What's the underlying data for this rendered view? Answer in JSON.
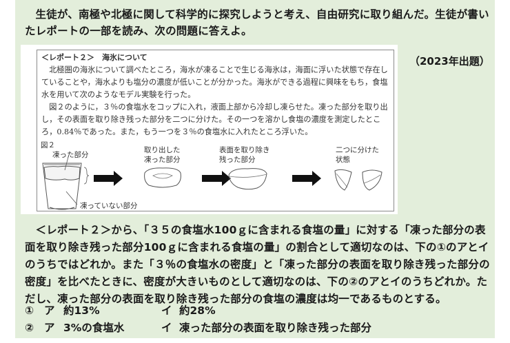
{
  "intro": {
    "text": "生徒が、南極や北極に関して科学的に探究しようと考え、自由研究に取り組んだ。生徒が書いたレポートの一部を読み、次の問題に答えよ。"
  },
  "year_label": "（2023年出題）",
  "report": {
    "title": "＜レポート２＞　海氷について",
    "paragraph1": "北極圏の海氷について調べたところ，海水が凍ることで生じる海氷は，海面に浮いた状態で存在していることや，海水よりも塩分の濃度が低いことが分かった。海氷ができる過程に興味をもち，食塩水を用いて次のようなモデル実験を行った。",
    "paragraph2": "図２のように，３％の食塩水をコップに入れ，液面上部から冷却し凍らせた。凍った部分を取り出し，その表面を取り除き残った部分を二つに分けた。その一つを溶かし食塩の濃度を測定したところ，0.84％であった。また，もう一つを３％の食塩水に入れたところ浮いた。",
    "figure": {
      "label": "図２",
      "frozen_part": "凍った部分",
      "unfrozen_part": "凍っていない部分",
      "step2": [
        "取り出した",
        "凍った部分"
      ],
      "step3": [
        "表面を取り除き",
        "残った部分"
      ],
      "step4": [
        "二つに分けた",
        "状態"
      ]
    }
  },
  "question": {
    "text": "＜レポート２＞から、「３５の食塩水100ｇに含まれる食塩の量」に対する「凍った部分の表面を取り除き残った部分100ｇに含まれる食塩の量」の割合として適切なのは、下の①のアとイのうちではどれか。また「３％の食塩水の密度」と「凍った部分の表面を取り除き残った部分の密度」を比べたときに、密度が大きいものとして適切なのは、下の②のアとイのうちどれか。ただし、凍った部分の表面を取り除き残った部分の食塩の濃度は均一であるものとする。"
  },
  "choices": [
    {
      "num": "①",
      "a_label": "ア",
      "a_text": "約13%",
      "b_label": "イ",
      "b_text": "約28%"
    },
    {
      "num": "②",
      "a_label": "ア",
      "a_text": "3%の食塩水",
      "b_label": "イ",
      "b_text": "凍った部分の表面を取り除き残った部分"
    }
  ]
}
